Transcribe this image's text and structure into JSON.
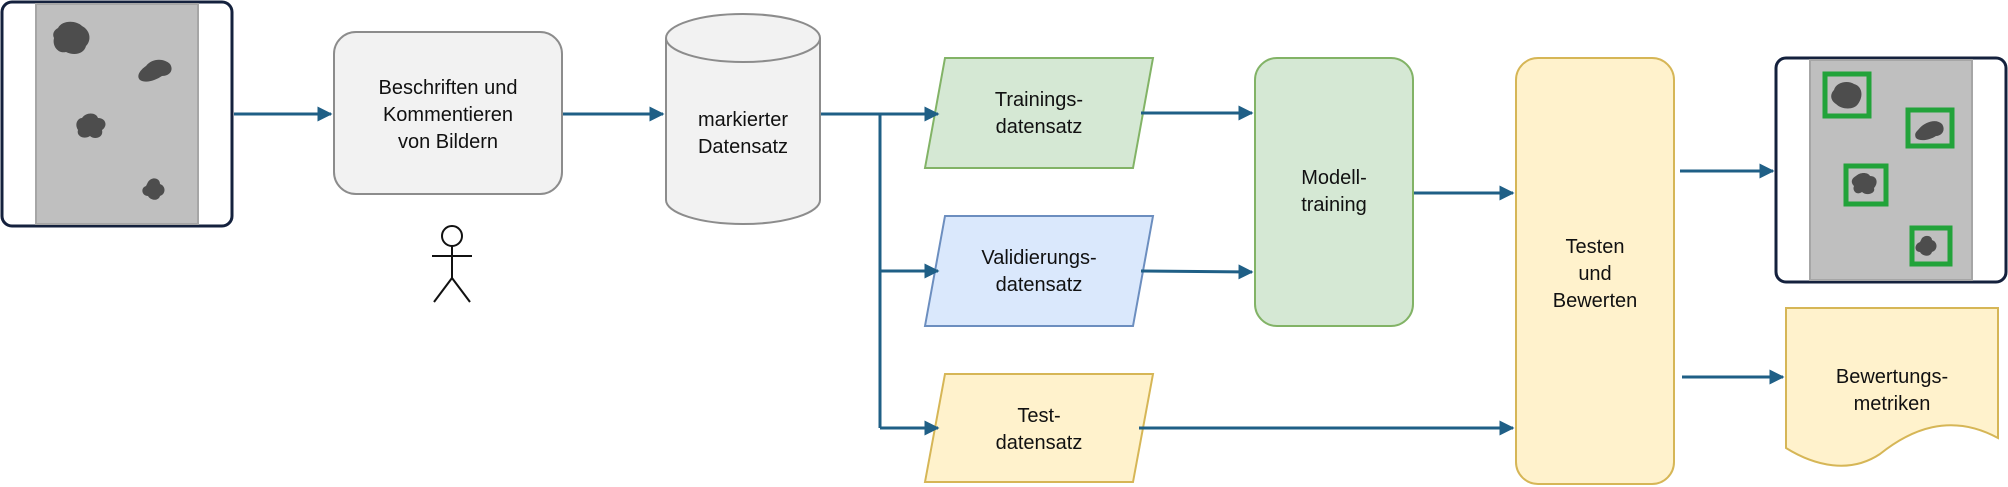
{
  "nodes": {
    "annotate": {
      "lines": [
        "Beschriften und",
        "Kommentieren",
        "von Bildern"
      ]
    },
    "dataset": {
      "lines": [
        "markierter",
        "Datensatz"
      ]
    },
    "train_set": {
      "lines": [
        "Trainings-",
        "datensatz"
      ]
    },
    "val_set": {
      "lines": [
        "Validierungs-",
        "datensatz"
      ]
    },
    "test_set": {
      "lines": [
        "Test-",
        "datensatz"
      ]
    },
    "model_training": {
      "lines": [
        "Modell-",
        "training"
      ]
    },
    "test_eval": {
      "lines": [
        "Testen",
        "und",
        "Bewerten"
      ]
    },
    "metrics": {
      "lines": [
        "Bewertungs-",
        "metriken"
      ]
    }
  },
  "colors": {
    "arrow": "#1f5f86",
    "gray_fill": "#f2f2f2",
    "gray_stroke": "#8c8c8c",
    "green_fill": "#d5e8d4",
    "green_stroke": "#82b366",
    "blue_fill": "#dae8fc",
    "blue_stroke": "#6c8ebf",
    "yellow_fill": "#fff2cc",
    "yellow_stroke": "#d6b656",
    "belt": "#bfbfbf",
    "blob": "#4d4d4d",
    "detect_box": "#22a33a",
    "frame": "#14213d"
  },
  "icons": {
    "input_image": "conveyor-belt-with-particles-icon",
    "annotator": "stick-figure-person-icon",
    "output_image": "conveyor-belt-with-detected-particles-icon"
  }
}
